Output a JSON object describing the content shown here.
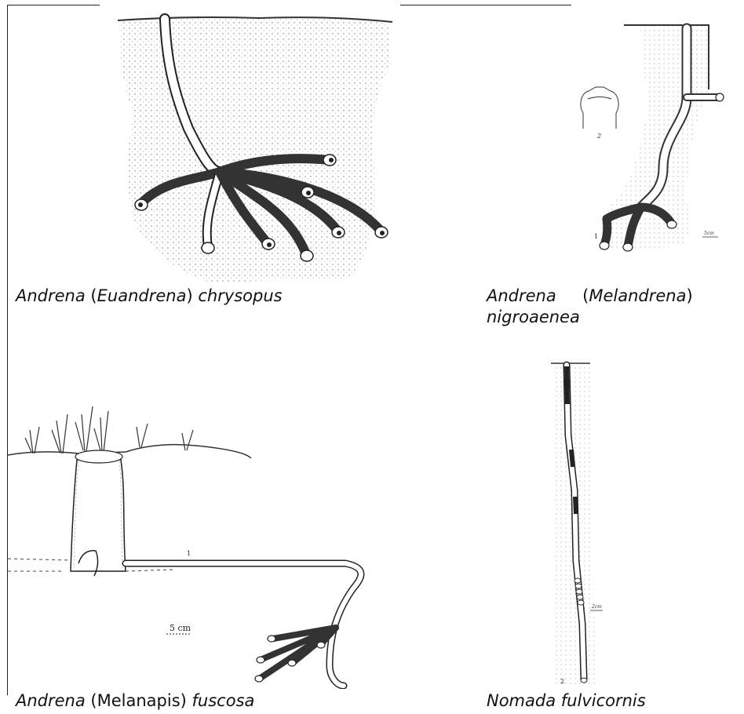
{
  "figures": [
    {
      "caption": {
        "genus": "Andrena",
        "subgenus": "Euandrena",
        "species": "chrysopus"
      }
    },
    {
      "caption": {
        "genus": "Andrena",
        "subgenus": "Melandrena",
        "species": "nigroaenea"
      },
      "drawing_labels": [
        "2",
        "1",
        "5cm"
      ]
    },
    {
      "caption": {
        "genus": "Andrena",
        "subgenus": "Melanapis",
        "species": "fuscosa"
      },
      "drawing_labels": [
        "1",
        "5 cm"
      ]
    },
    {
      "caption": {
        "genus": "Nomada",
        "species": "fulvicornis"
      },
      "drawing_labels": [
        "2cm",
        "2"
      ]
    }
  ]
}
